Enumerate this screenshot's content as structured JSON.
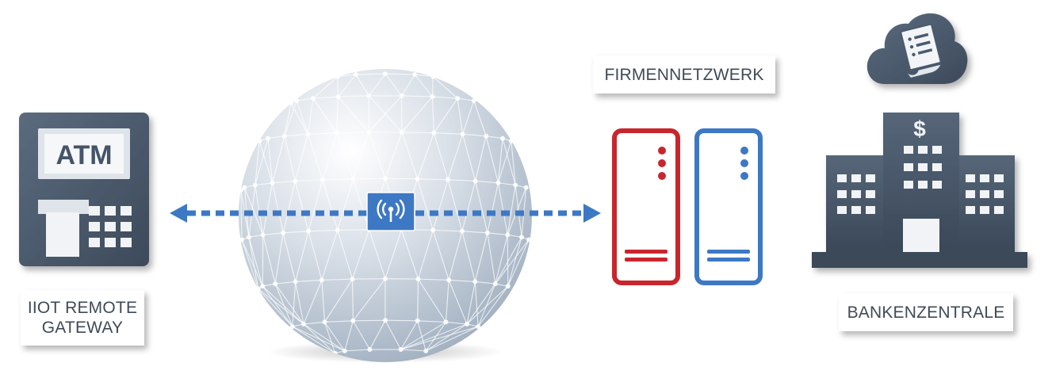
{
  "labels": {
    "gateway_line1": "IIOT REMOTE",
    "gateway_line2": "GATEWAY",
    "corporate_network": "FIRMENNETZWERK",
    "bank_headquarters": "BANKENZENTRALE"
  },
  "atm": {
    "screen_text": "ATM"
  },
  "building": {
    "sign_text": "$"
  },
  "icons": {
    "atm": "atm-machine-icon",
    "globe": "network-globe-icon",
    "antenna": "wireless-antenna-icon",
    "server_red": "server-tower-icon",
    "server_blue": "server-tower-icon",
    "cloud": "cloud-document-icon",
    "building": "bank-building-icon"
  },
  "colors": {
    "slate": "#4a5a6d",
    "connector_blue": "#3d78c4",
    "server_red": "#c8262d",
    "server_blue": "#3d78c4",
    "label_text": "#3f4a57"
  }
}
